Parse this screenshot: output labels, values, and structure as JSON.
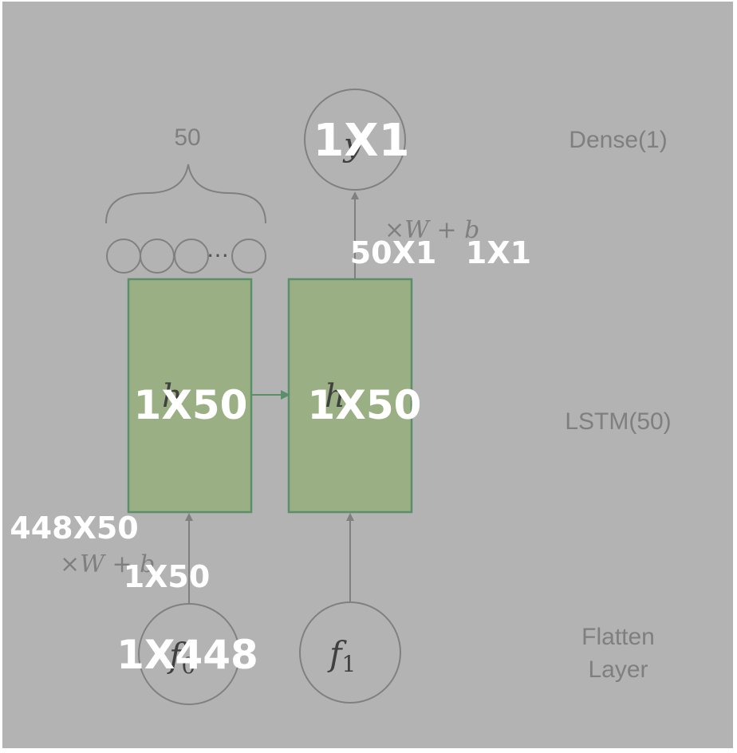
{
  "colors": {
    "background": "#b3b3b3",
    "stroke": "#808080",
    "lstm_fill": "#9aaf84",
    "lstm_stroke": "#5b8f6b",
    "label": "#7f7f7f",
    "dim_text": "#ffffff"
  },
  "layers": {
    "dense": "Dense(1)",
    "lstm": "LSTM(50)",
    "flatten_line1": "Flatten",
    "flatten_line2": "Layer"
  },
  "units_label": "50",
  "ellipsis": "…",
  "nodes": {
    "y": "y",
    "h0": "h",
    "h1": "h",
    "f0": "f",
    "f0_sub": "0",
    "f1": "f",
    "f1_sub": "1"
  },
  "weights": {
    "top": "×W + b",
    "bottom": "×W + b"
  },
  "dims": {
    "dense_out": "1X1",
    "lstm_out_weight": "50X1",
    "dense_bias": "1X1",
    "h0": "1X50",
    "h1": "1X50",
    "input_weight": "448X50",
    "input_bias": "1X50",
    "f0": "1X448"
  }
}
